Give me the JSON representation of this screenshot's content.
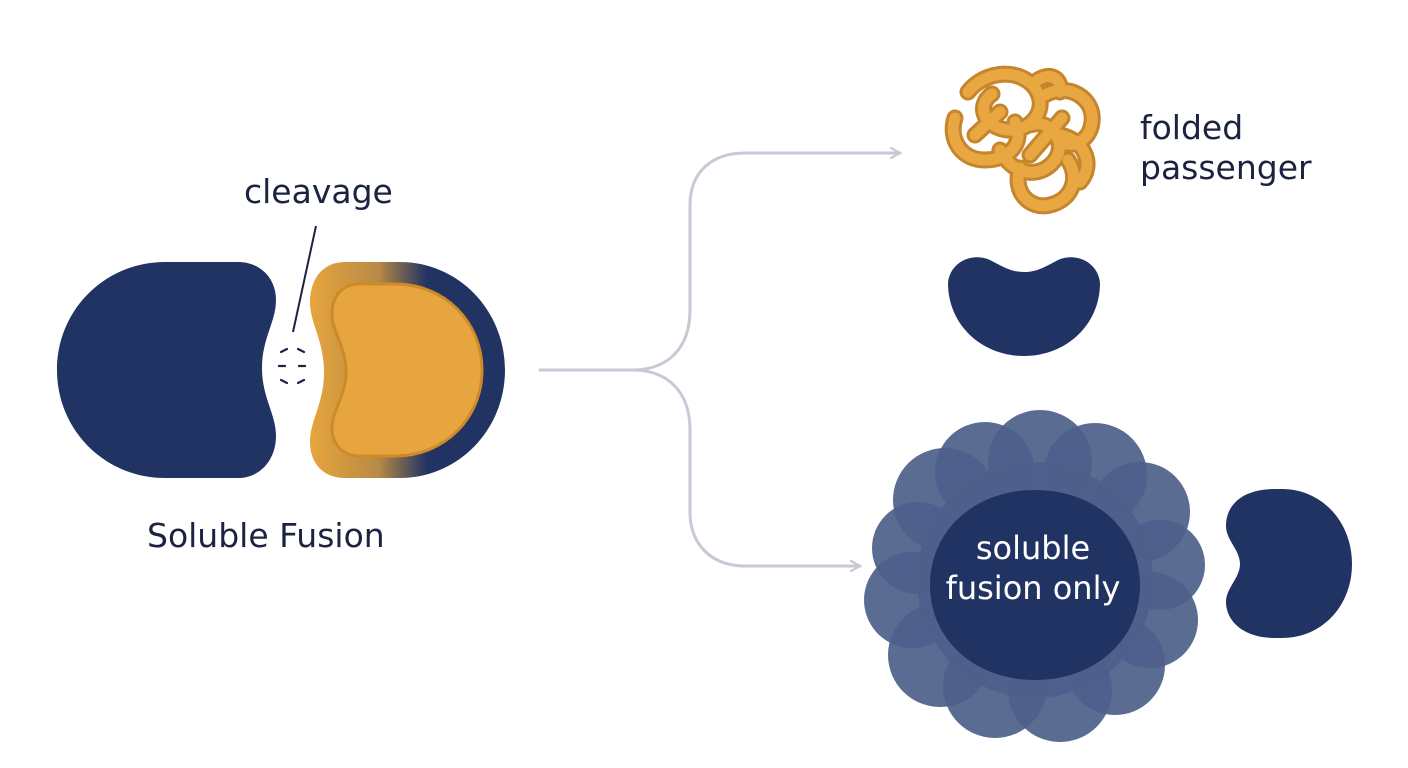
{
  "labels": {
    "cleavage": "cleavage",
    "soluble_fusion": "Soluble Fusion",
    "folded_passenger_line1": "folded",
    "folded_passenger_line2": "passenger",
    "soluble_fusion_only_line1": "soluble",
    "soluble_fusion_only_line2": "fusion only"
  },
  "colors": {
    "navy": "#213363",
    "orange": "#e6a53e",
    "orange_dark": "#cf8a28",
    "arrow": "#c5cad6",
    "text": "#1b2340",
    "cloud": "#4d5f8a"
  }
}
